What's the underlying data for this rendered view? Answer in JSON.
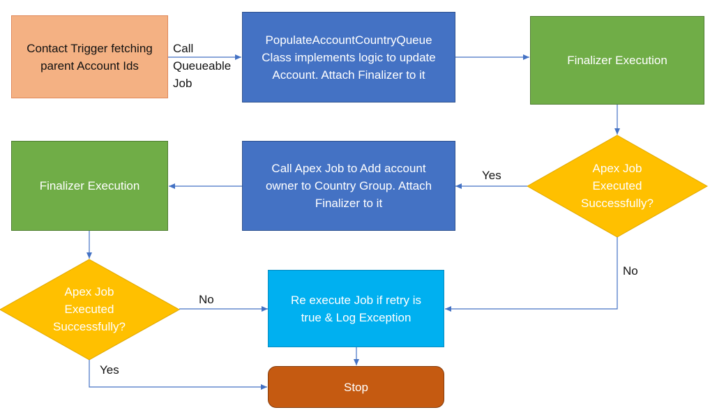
{
  "nodes": {
    "contact_trigger": "Contact Trigger fetching\nparent Account Ids",
    "populate_queue": "PopulateAccountCountryQueue\nClass implements logic to update\nAccount. Attach Finalizer to it",
    "finalizer_1": "Finalizer Execution",
    "decision_1": "Apex Job\nExecuted\nSuccessfully?",
    "call_apex_job": "Call Apex Job to Add account\nowner to Country Group. Attach\nFinalizer to it",
    "finalizer_2": "Finalizer Execution",
    "decision_2": "Apex Job\nExecuted\nSuccessfully?",
    "reexecute": "Re execute Job if retry is\ntrue & Log Exception",
    "stop": "Stop"
  },
  "edge_labels": {
    "call_queueable": "Call\nQueueable\nJob",
    "yes_1": "Yes",
    "no_1": "No",
    "no_2": "No",
    "yes_2": "Yes"
  },
  "colors": {
    "start": "#f4b183",
    "process": "#4472c4",
    "finalizer": "#70ad47",
    "decision": "#ffc000",
    "retry": "#00b0f0",
    "stop": "#c55a11",
    "connector": "#4472c4"
  }
}
